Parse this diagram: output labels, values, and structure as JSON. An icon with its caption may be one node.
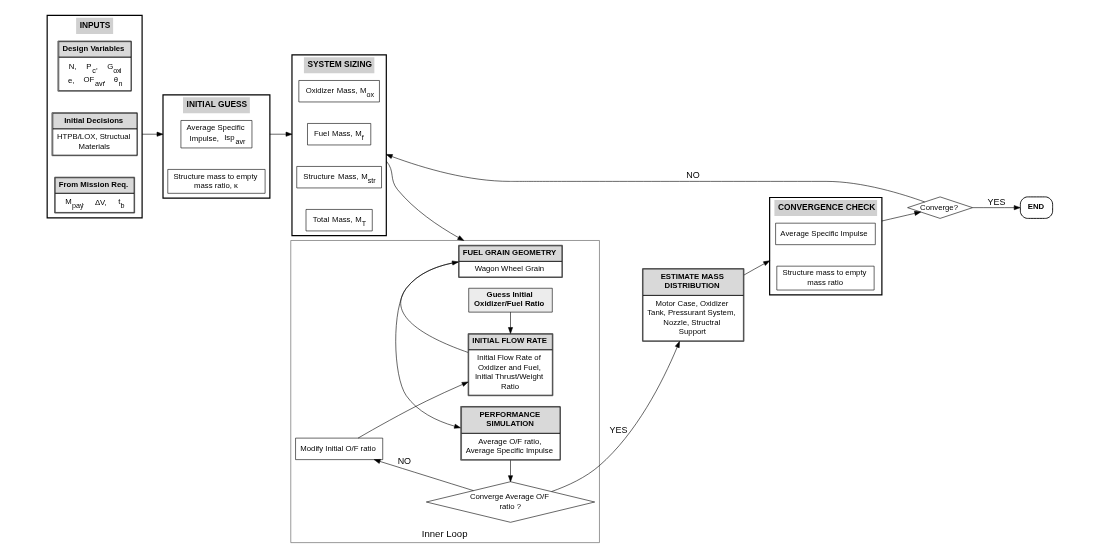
{
  "diagram": {
    "nodes": [
      {
        "text": [
          "INPUTS"
        ]
      },
      {
        "text": [
          "From Mission Req.",
          "M$_{pay}$, ΔV, t$_{b}$"
        ],
        "in": 0
      },
      {
        "text": [
          "Initial Decisions",
          "HTPB/LOX, Structual Materials"
        ],
        "in": 0
      },
      {
        "text": [
          "Design Variables",
          "N, P$_{c}$, G$_{ox}$$_{i}$ e, OF$_{avr}$, θ$_{n}$"
        ],
        "in": 0
      },
      {
        "text": [
          "INITIAL GUESS"
        ]
      },
      {
        "text": [
          "Structure mass to empty mass ratio, κ"
        ],
        "in": 4
      },
      {
        "text": [
          "Average Specific Impulse, Isp$_{avr}$"
        ],
        "in": 4
      },
      {
        "text": [
          "SYSTEM SIZING"
        ]
      },
      {
        "text": [
          "Total Mass, M$_{T}$"
        ],
        "in": 7
      },
      {
        "text": [
          "Structure Mass, M$_{str}$"
        ],
        "in": 7
      },
      {
        "text": [
          "Fuel Mass, M$_{f}$"
        ],
        "in": 7
      },
      {
        "text": [
          "Oxidizer Mass, M$_{ox}$"
        ],
        "in": 7
      },
      {
        "text": [
          "Inner Loop"
        ]
      },
      {
        "text": [
          "Guess Initial Oxidizer/Fuel Ratio"
        ],
        "in": 12
      },
      {
        "text": [
          "INITIAL FLOW RATE",
          "Initial Flow Rate of Oxidizer and Fuel, Initial Thrust/Weight Ratio"
        ],
        "in": 12
      },
      {
        "text": [
          "Modify Initial O/F ratio"
        ],
        "in": 12
      },
      {
        "text": [
          "FUEL GRAIN GEOMETRY",
          "Wagon Wheel Grain"
        ],
        "in": 12
      },
      {
        "text": [
          "PERFORMANCE SIMULATION",
          "Average O/F ratio, Average Specific Impulse"
        ],
        "in": 12
      },
      {
        "text": [
          "Converge Average O/F ratio ?"
        ],
        "in": 12
      },
      {
        "text": [
          "ESTIMATE MASS DISTRIBUTION",
          "Motor Case, Oxidizer Tank, Pressurant System, Nozzle, Structral Support"
        ]
      },
      {
        "text": [
          "CONVERGENCE CHECK"
        ]
      },
      {
        "text": [
          "Structure mass to empty mass ratio"
        ],
        "in": 20
      },
      {
        "text": [
          "Average Specific Impulse"
        ],
        "in": 20
      },
      {
        "text": [
          "Converge?"
        ]
      },
      {
        "text": [
          "END"
        ]
      }
    ],
    "edges": [
      {
        "from": 0,
        "to": 4,
        "arrow": "to"
      },
      {
        "from": 4,
        "to": 7,
        "arrow": "to"
      },
      {
        "from": 7,
        "to": 12,
        "arrow": "to"
      },
      {
        "from": 13,
        "to": 14,
        "arrow": "to"
      },
      {
        "from": 15,
        "to": 14,
        "arrow": "to"
      },
      {
        "from": 14,
        "to": 16,
        "arrow": "to"
      },
      {
        "from": 16,
        "to": 17,
        "arrow": "to"
      },
      {
        "from": 17,
        "to": 18,
        "arrow": "to"
      },
      {
        "from": 18,
        "to": 15,
        "arrow": "to",
        "label": "NO"
      },
      {
        "from": 18,
        "to": 19,
        "arrow": "to",
        "label": "YES"
      },
      {
        "from": 19,
        "to": 20,
        "arrow": "to"
      },
      {
        "from": 20,
        "to": 23,
        "arrow": "to"
      },
      {
        "from": 23,
        "to": 24,
        "arrow": "to",
        "label": "YES"
      },
      {
        "from": 23,
        "to": 7,
        "arrow": "to",
        "label": "NO"
      }
    ]
  }
}
